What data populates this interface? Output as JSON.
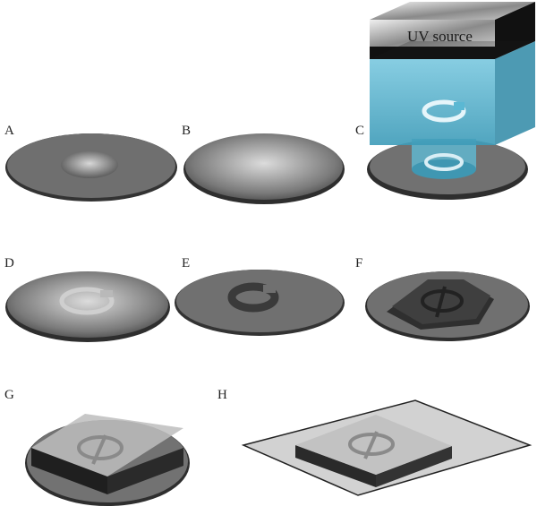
{
  "panels": [
    {
      "id": "A",
      "label": "A"
    },
    {
      "id": "B",
      "label": "B"
    },
    {
      "id": "C",
      "label": "C"
    },
    {
      "id": "D",
      "label": "D"
    },
    {
      "id": "E",
      "label": "E"
    },
    {
      "id": "F",
      "label": "F"
    },
    {
      "id": "G",
      "label": "G"
    },
    {
      "id": "H",
      "label": "H"
    }
  ],
  "uv_source_label": "UV   source",
  "colors": {
    "wafer": "#6d6d6d",
    "wafer_edge": "#2b2b2b",
    "resist_light": "#d6d6d6",
    "resist_dark": "#5a5a5a",
    "uv_glass": "#5bb8d3",
    "uv_glass_dark": "#2f7f98",
    "device_dark": "#3a3a3a",
    "pdms_clear": "#c9c9c9"
  }
}
